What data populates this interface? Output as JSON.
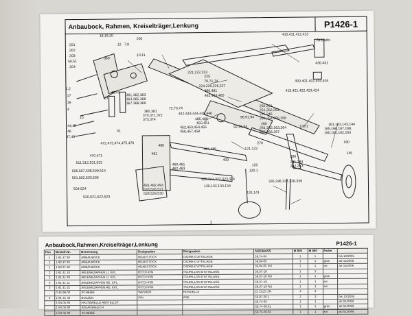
{
  "diagram": {
    "title": "Anbaubock, Rahmen, Kreiselträger,Lenkung",
    "code": "P1426-1",
    "annotation": "Antrieb:",
    "figure_number": "1",
    "labels": [
      "18,19,20",
      "200",
      "12",
      "7,8",
      "201",
      "202",
      "203",
      "50,51",
      "204",
      "10,11",
      "360",
      "410,411,412,413",
      "430,431",
      "400,401,402,403,404",
      "415,421,422,423,424",
      "221,222,223",
      "225",
      "70,71,74",
      "224,226,226,227",
      "460,461",
      "462,463,465",
      "42,43",
      "23",
      "1,2",
      "17",
      "16",
      "4",
      "15",
      "361,362,363",
      "364,365,366",
      "367,368,369",
      "380,381",
      "370,371,372",
      "373,374",
      "72,73,74",
      "442,443,444,445,446",
      "485,486",
      "450,451",
      "452,453,454,455",
      "456,457,458",
      "44,45",
      "46",
      "47,48",
      "41",
      "472,473,474,475,476",
      "470,471",
      "490",
      "491",
      "460,461",
      "462,463",
      "484,485",
      "400",
      "92,93,94",
      "96,91,94",
      "250,251",
      "251,252,253",
      "245,246",
      "250,254,255,256",
      "260",
      "261,262,263,264",
      "265,266,267",
      "270",
      "121,122",
      "120,1",
      "161,162,143,144",
      "165,166,167,168,",
      "160,161,162,163",
      "180",
      "145",
      "280",
      "281,284",
      "282,283",
      "120",
      "120.1",
      "511,512,531,532",
      "506,507,508,509,510",
      "501,502,503,505",
      "504,524",
      "491,492,493",
      "526,526,527",
      "528,529,530",
      "520,521,522,523",
      "320,321,322,323,324",
      "130,132,133,134",
      "335,336,337,338,339",
      "131,141"
    ]
  },
  "parts_list": {
    "title": "Anbaubock,Rahmen,Kreiselträger,Lenkung",
    "code": "P1426-1",
    "columns": [
      "Pos",
      "Bestell-Nr.",
      "Benennung",
      "Designation",
      "Désignation",
      "SIZE/MASS",
      "M 800",
      "M 860",
      "Farbe"
    ],
    "rows": [
      [
        "1",
        "1 61 47 30",
        "ANBAUBOCK",
        "HEADSTOCK",
        "CADRE D'ATTELAGE",
        "59,74-04",
        "1",
        "1",
        "",
        "bis 12/2005"
      ],
      [
        "1",
        "1 63 37 20",
        "ANBAUBOCK",
        "HEADSTOCK",
        "CADRE D'ATTELAGE",
        "59,84-05",
        "1",
        "1",
        "grün",
        "ab 01/2006"
      ],
      [
        "1",
        "1 63 37 22",
        "ANBAUBOCK",
        "HEADSTOCK",
        "CADRE D'ATTELAGE",
        "59,84-05 RU",
        "1",
        "1",
        "rot",
        "ab 01/2006"
      ],
      [
        "2",
        "1 61 41 10",
        "ANLENKZAPFEN LI. KPL.",
        "HITCH PIN",
        "TOURILLON D'ATTELAGE",
        "56,07-18",
        "1",
        "1",
        "",
        ""
      ],
      [
        "2",
        "1 61 41 20",
        "ANLENKZAPFEN LI. KPL.",
        "HITCH PIN",
        "TOURILLON D'ATTELAGE",
        "56,07-18 RU",
        "1",
        "1",
        "grün",
        ""
      ],
      [
        "3",
        "1 61 41 11",
        "ANLENKZAPFEN RE. KPL.",
        "HITCH PIN",
        "TOURILLON D'ATTELAGE",
        "56,07-19",
        "1",
        "1",
        "rot",
        ""
      ],
      [
        "3",
        "1 61 41 21",
        "ANLENKZAPFEN RE. KPL.",
        "HITCH PIN",
        "TOURILLON D'ATTELAGE",
        "56,07-19 RU",
        "1",
        "1",
        "rot",
        ""
      ],
      [
        "",
        "0 45 96 00",
        "SCHEIBE",
        "WASHER",
        "RONDELLE",
        "21 D125 ZN",
        "4",
        "4",
        "",
        ""
      ],
      [
        "4",
        "1 61 41 40",
        "BOLZEN",
        "PIN",
        "AXE",
        "56,97-05.1",
        "2",
        "2",
        "",
        "bis 12/2005"
      ],
      [
        "",
        "1 64 05 80",
        "HALTEWELLE ABSTELLST.",
        "",
        "",
        "59,74-05",
        "1",
        "1",
        "",
        "ab 01/2006"
      ],
      [
        "",
        "1 64 05 90",
        "ANLAGEBLECH",
        "",
        "",
        "59,74-00.81",
        "1",
        "1",
        "grün",
        "ab 01/2006"
      ],
      [
        "",
        "1 64 05 90",
        "SCHEIBE",
        "",
        "",
        "59,74-00.81",
        "1",
        "1",
        "rot",
        "ab 01/2006"
      ]
    ]
  }
}
